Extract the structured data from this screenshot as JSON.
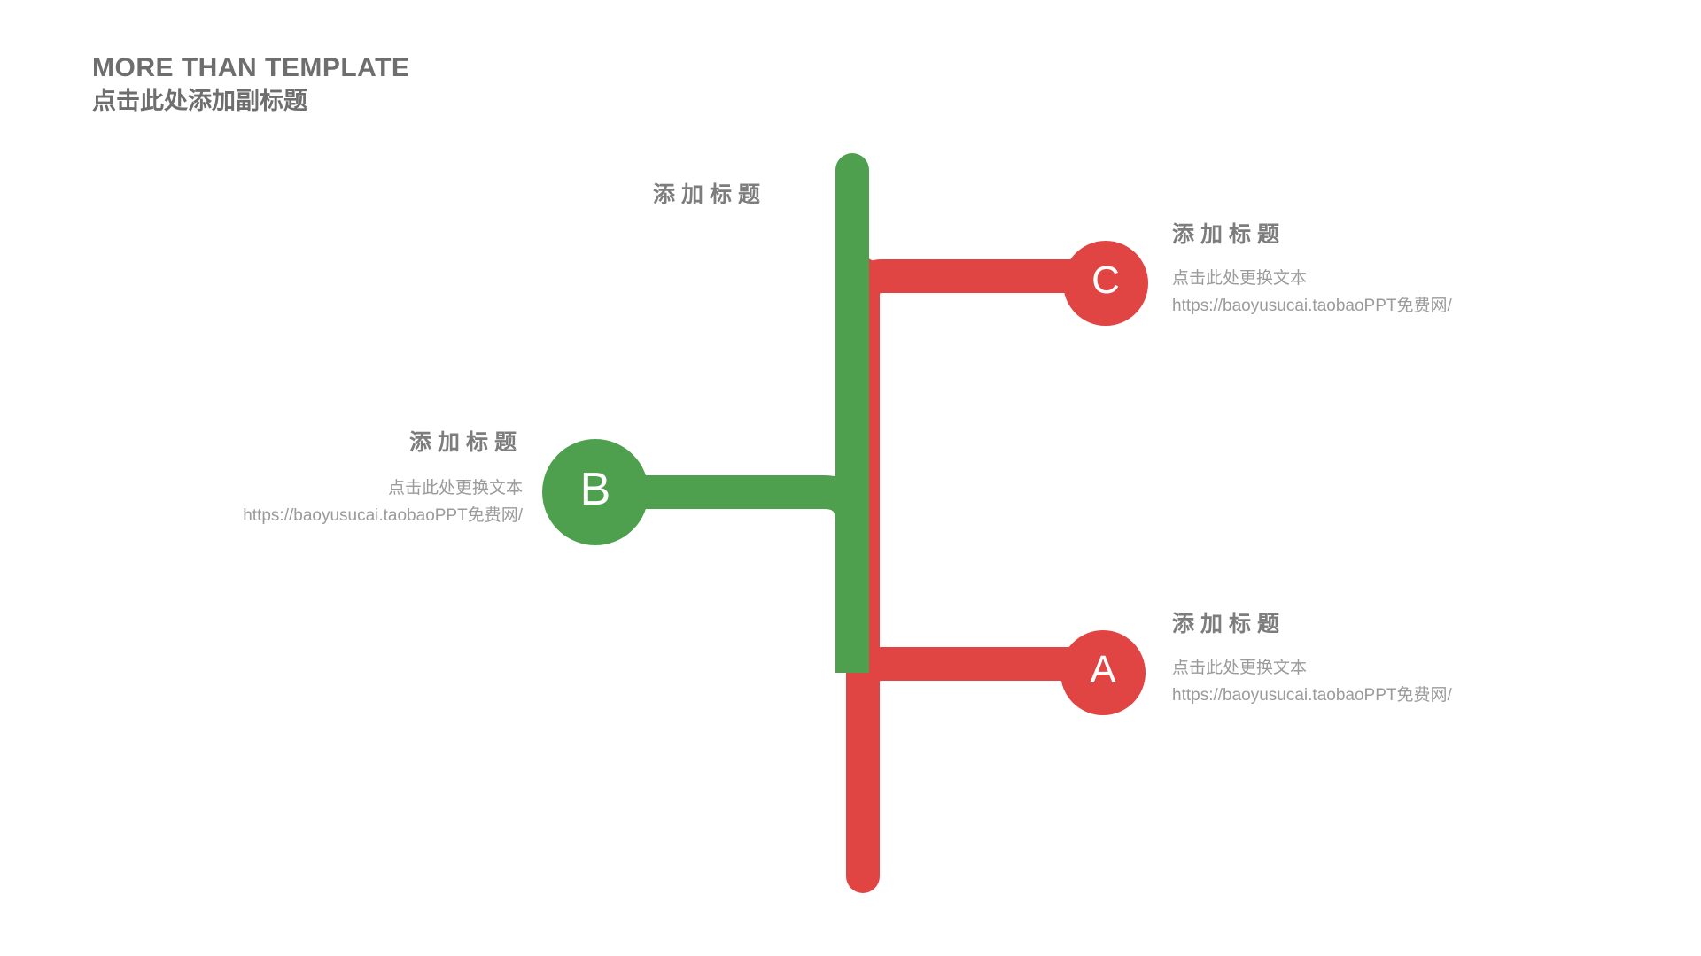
{
  "header": {
    "title": "MORE THAN TEMPLATE",
    "subtitle": "点击此处添加副标题"
  },
  "diagram": {
    "type": "tree-branch-diagram",
    "stem_label": "添加标题",
    "colors": {
      "green": "#4E9F4E",
      "red": "#E04443",
      "title_gray": "#7d7d7d",
      "body_gray": "#9b9b9b",
      "header_gray": "#6e6e6e",
      "background": "#ffffff",
      "node_letter": "#ffffff"
    },
    "nodes": [
      {
        "id": "c",
        "letter": "C",
        "color": "#E04443",
        "side": "right",
        "title": "添加标题",
        "body_line1": "点击此处更换文本",
        "body_line2": "https://baoyusucai.taobaoPPT免费网/"
      },
      {
        "id": "b",
        "letter": "B",
        "color": "#4E9F4E",
        "side": "left",
        "title": "添加标题",
        "body_line1": "点击此处更换文本",
        "body_line2": "https://baoyusucai.taobaoPPT免费网/"
      },
      {
        "id": "a",
        "letter": "A",
        "color": "#E04443",
        "side": "right",
        "title": "添加标题",
        "body_line1": "点击此处更换文本",
        "body_line2": "https://baoyusucai.taobaoPPT免费网/"
      }
    ]
  }
}
